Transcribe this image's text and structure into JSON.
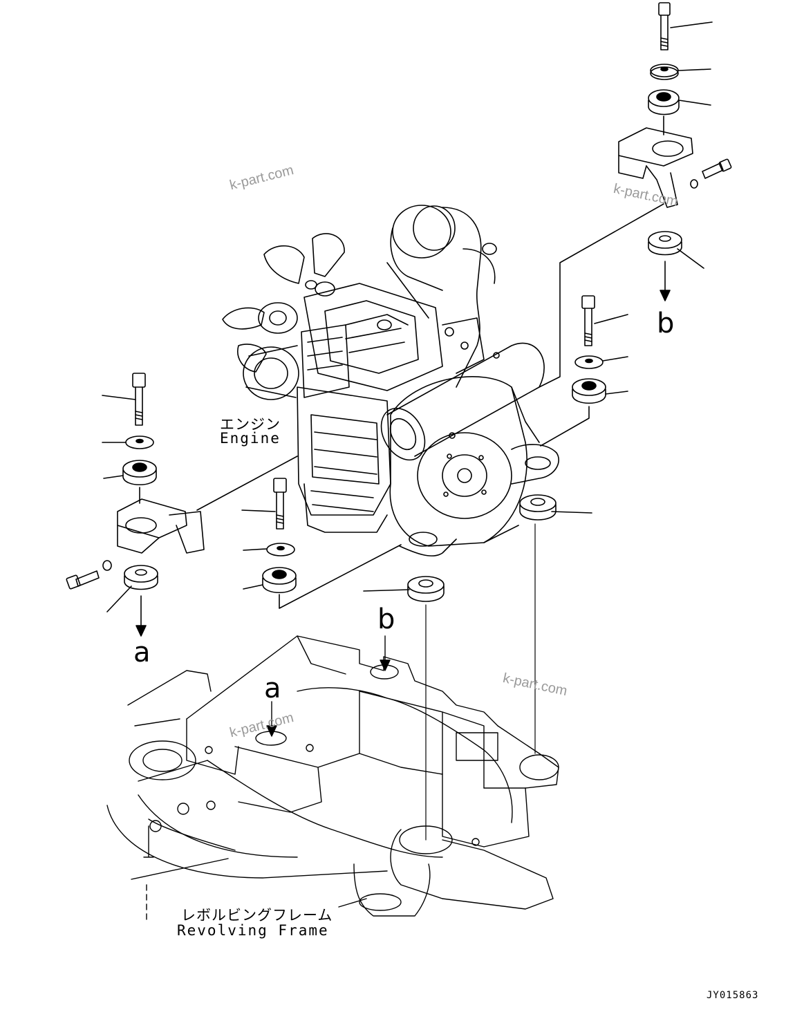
{
  "labels": {
    "engine_jp": "エンジン",
    "engine_en": "Engine",
    "frame_jp": "レボルビングフレーム",
    "frame_en": "Revolving Frame"
  },
  "refs": {
    "a_left": "a",
    "a_frame": "a",
    "b_right": "b",
    "b_frame": "b"
  },
  "watermark": "k-part.com",
  "drawing_code": "JY015863"
}
